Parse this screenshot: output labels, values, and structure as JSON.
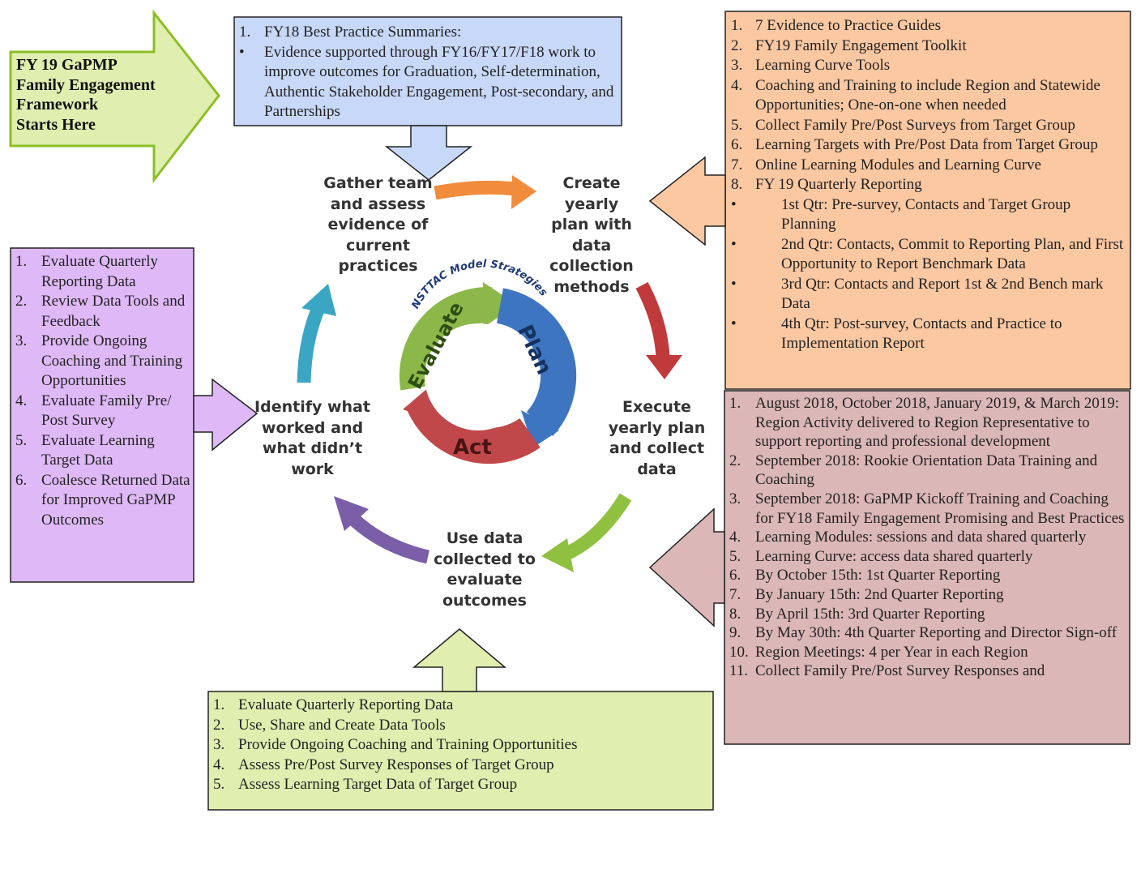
{
  "colors": {
    "green_box": "#e0eeb0",
    "green_border": "#8cbf26",
    "blue_box": "#c8d8f8",
    "orange_box": "#fbc8a2",
    "purple_box": "#dfb9f7",
    "rose_box": "#dcb7b7",
    "arrow_orange": "#f08c3c",
    "arrow_red": "#c0393b",
    "arrow_green": "#90c040",
    "arrow_purple": "#7b5ea8",
    "arrow_teal": "#3aa6c4",
    "ring_green": "#8cb84a",
    "ring_blue": "#3d75c0",
    "ring_red": "#c0484a"
  },
  "start": {
    "lines": [
      "FY 19 GaPMP",
      "Family Engagement",
      "Framework",
      "Starts Here"
    ]
  },
  "top_box": {
    "items": [
      {
        "marker": "1.",
        "text": "FY18 Best Practice Summaries:"
      },
      {
        "marker": "•",
        "text": "Evidence supported through FY16/FY17/F18 work to improve outcomes for Graduation, Self-determination, Authentic Stakeholder Engagement, Post-secondary, and Partnerships"
      }
    ]
  },
  "plan_box": {
    "items": [
      {
        "marker": "1.",
        "text": "7 Evidence to Practice Guides"
      },
      {
        "marker": "2.",
        "text": "FY19 Family Engagement Toolkit"
      },
      {
        "marker": "3.",
        "text": "Learning Curve Tools"
      },
      {
        "marker": "4.",
        "text": "Coaching and Training to include Region and Statewide Opportunities; One-on-one when needed"
      },
      {
        "marker": "5.",
        "text": "Collect Family Pre/Post Surveys from Target Group"
      },
      {
        "marker": "6.",
        "text": "Learning Targets with Pre/Post Data from Target Group"
      },
      {
        "marker": "7.",
        "text": "Online Learning Modules and Learning Curve"
      },
      {
        "marker": "8.",
        "text": "FY 19 Quarterly Reporting"
      }
    ],
    "bullets": [
      "1st Qtr: Pre-survey, Contacts and Target Group Planning",
      "2nd Qtr: Contacts, Commit to Reporting Plan, and First Opportunity to Report Benchmark Data",
      "3rd Qtr: Contacts and Report 1st & 2nd Bench mark Data",
      "4th Qtr: Post-survey, Contacts and Practice to Implementation Report"
    ]
  },
  "evaluate_box": {
    "items": [
      {
        "marker": "1.",
        "text": "Evaluate Quarterly Reporting Data"
      },
      {
        "marker": "2.",
        "text": "Review Data Tools and Feedback"
      },
      {
        "marker": "3.",
        "text": "Provide Ongoing Coaching and Training Opportunities"
      },
      {
        "marker": "4.",
        "text": "Evaluate Family Pre/ Post Survey"
      },
      {
        "marker": "5.",
        "text": "Evaluate Learning Target Data"
      },
      {
        "marker": "6.",
        "text": "Coalesce Returned Data for Improved GaPMP Outcomes"
      }
    ]
  },
  "execute_box": {
    "items": [
      {
        "marker": "1.",
        "text": "August 2018, October 2018, January 2019, & March 2019: Region Activity delivered to Region Representative to support reporting and professional development"
      },
      {
        "marker": "2.",
        "text": "September 2018: Rookie  Orientation Data Training and Coaching"
      },
      {
        "marker": "3.",
        "text": "September 2018: GaPMP Kickoff Training and Coaching for FY18  Family Engagement Promising and Best Practices"
      },
      {
        "marker": "4.",
        "text": "Learning Modules: sessions and data shared quarterly"
      },
      {
        "marker": "5.",
        "text": "Learning Curve: access data shared quarterly"
      },
      {
        "marker": "6.",
        "text": "By October 15th: 1st Quarter Reporting"
      },
      {
        "marker": "7.",
        "text": "By January 15th: 2nd Quarter Reporting"
      },
      {
        "marker": "8.",
        "text": "By April 15th: 3rd Quarter Reporting"
      },
      {
        "marker": "9.",
        "text": "By May 30th: 4th Quarter Reporting and Director Sign-off"
      },
      {
        "marker": "10.",
        "text": "Region Meetings: 4 per Year in each Region"
      },
      {
        "marker": "11.",
        "text": "Collect Family Pre/Post Survey Responses and"
      }
    ]
  },
  "bottom_box": {
    "items": [
      {
        "marker": "1.",
        "text": "Evaluate Quarterly Reporting Data"
      },
      {
        "marker": "2.",
        "text": "Use, Share and Create Data Tools"
      },
      {
        "marker": "3.",
        "text": "Provide Ongoing Coaching and Training Opportunities"
      },
      {
        "marker": "4.",
        "text": "Assess Pre/Post Survey Responses of Target Group"
      },
      {
        "marker": "5.",
        "text": "Assess Learning Target Data of Target Group"
      }
    ]
  },
  "cycle": {
    "gather": [
      "Gather team",
      "and assess",
      "evidence of",
      "current",
      "practices"
    ],
    "create": [
      "Create yearly",
      "plan with",
      "data",
      "collection",
      "methods"
    ],
    "execute": [
      "Execute",
      "yearly plan",
      "and collect",
      "data"
    ],
    "use": [
      "Use data",
      "collected to",
      "evaluate",
      "outcomes"
    ],
    "identify": [
      "Identify what",
      "worked and",
      "what didn’t",
      "work"
    ]
  },
  "ring": {
    "arc_text": "NSTTAC Model Strategies",
    "evaluate": "Evaluate",
    "plan": "Plan",
    "act": "Act"
  }
}
